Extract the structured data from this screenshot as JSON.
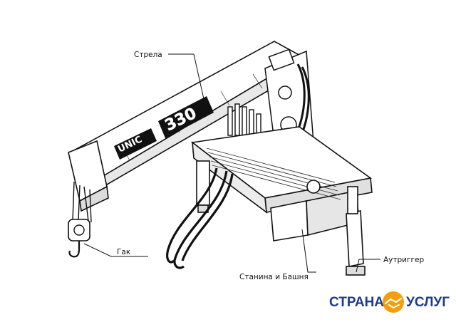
{
  "labels": {
    "boom": "Стрела",
    "hook": "Гак",
    "outrigger": "Аутриггер",
    "base": "Станина и Башня"
  },
  "boom_badge": {
    "brand": "UNIC",
    "model": "330"
  },
  "watermark": {
    "left": "СТРАНА",
    "right": "УСЛУГ",
    "color_left": "#1f3a8a",
    "color_right": "#1f3a8a",
    "color_circle": "#f59e0b"
  }
}
